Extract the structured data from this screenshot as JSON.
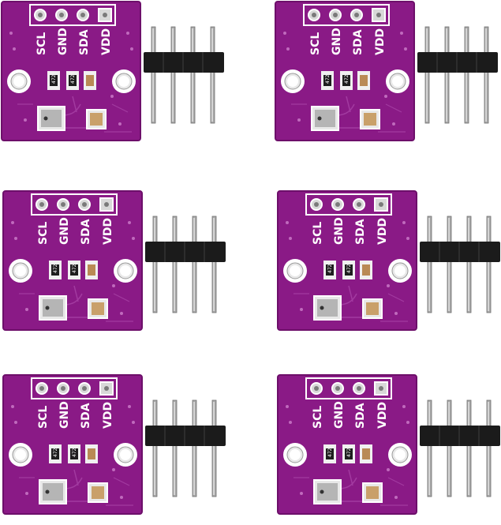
{
  "image": {
    "subject": "BME280 sensor breakout boards with pin headers",
    "board_color": "#8a1a86",
    "board_edge_color": "#6d0f6a",
    "header_plastic_color": "#1b1b1b",
    "header_pin_color": "#a9a9a9"
  },
  "boards": [
    {
      "pins": [
        "SCL",
        "GND",
        "SDA",
        "VDD"
      ],
      "resistor_marking": "472"
    },
    {
      "pins": [
        "SCL",
        "GND",
        "SDA",
        "VDD"
      ],
      "resistor_marking": "472"
    },
    {
      "pins": [
        "SCL",
        "GND",
        "SDA",
        "VDD"
      ],
      "resistor_marking": "472"
    },
    {
      "pins": [
        "SCL",
        "GND",
        "SDA",
        "VDD"
      ],
      "resistor_marking": "472"
    },
    {
      "pins": [
        "SCL",
        "GND",
        "SDA",
        "VDD"
      ],
      "resistor_marking": "472"
    },
    {
      "pins": [
        "SCL",
        "GND",
        "SDA",
        "VDD"
      ],
      "resistor_marking": "472"
    }
  ]
}
